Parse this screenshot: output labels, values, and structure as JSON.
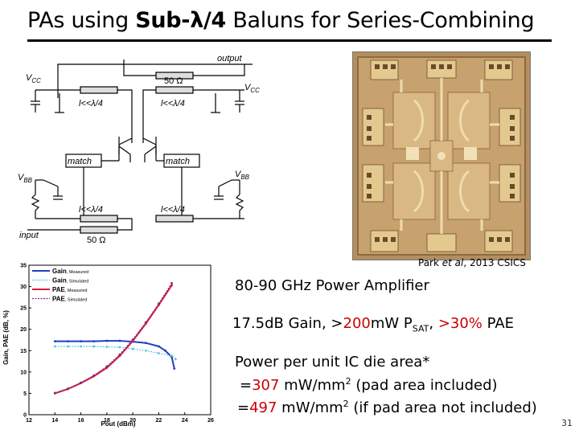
{
  "title": {
    "prefix": "PAs using ",
    "bold": "Sub-λ/4",
    "suffix": " Baluns for Series-Combining"
  },
  "schematic": {
    "output": "output",
    "input": "input",
    "vcc": "V",
    "vcc_sub": "CC",
    "vbb": "V",
    "vbb_sub": "BB",
    "r50": "50 Ω",
    "tl_label": "l<<λ/4",
    "match": "match"
  },
  "chip_caption": {
    "pre": "Park ",
    "italic": "et al",
    "post": ", 2013 CSICS"
  },
  "specs": {
    "line1": "80-90 GHz Power Amplifier",
    "line2_a": "17.5dB Gain, >",
    "line2_red1": "200",
    "line2_b": "mW P",
    "line2_sub": "SAT",
    "line2_c": ", ",
    "line2_red2": ">30%",
    "line2_d": " PAE",
    "line3": "Power per unit IC die area*",
    "line4_a": "=",
    "line4_red": "307",
    "line4_b": " mW/mm",
    "line4_sup": "2",
    "line4_c": " (pad area included)",
    "line5_a": "=",
    "line5_red": "497",
    "line5_b": " mW/mm",
    "line5_sup": "2",
    "line5_c": " (if pad area not included)"
  },
  "page_number": "31",
  "chart_data": {
    "type": "line",
    "xlabel": "Pout (dBm)",
    "ylabel": "Gain, PAE (dB, %)",
    "xlim": [
      12,
      26
    ],
    "ylim": [
      0,
      35
    ],
    "xticks": [
      "12",
      "14",
      "16",
      "18",
      "20",
      "22",
      "24",
      "26"
    ],
    "yticks": [
      "0",
      "5",
      "10",
      "15",
      "20",
      "25",
      "30",
      "35"
    ],
    "legend_position": "top-left",
    "series": [
      {
        "name": "Gain",
        "sub": "Measured",
        "color": "#1f3fbf",
        "dashed": false,
        "x": [
          14,
          15,
          16,
          17,
          18,
          19,
          20,
          21,
          22,
          22.5,
          23,
          23.2
        ],
        "y": [
          17.2,
          17.2,
          17.2,
          17.2,
          17.3,
          17.3,
          17.1,
          16.8,
          16.0,
          15.0,
          13.5,
          10.8
        ]
      },
      {
        "name": "Gain",
        "sub": "Simulated",
        "color": "#55c8dc",
        "dashed": true,
        "x": [
          14,
          15,
          16,
          17,
          18,
          19,
          20,
          21,
          22,
          23,
          23.3
        ],
        "y": [
          16.0,
          16.0,
          16.0,
          16.0,
          15.9,
          15.8,
          15.4,
          15.0,
          14.4,
          13.8,
          13.0
        ]
      },
      {
        "name": "PAE",
        "sub": "Measured",
        "color": "#d81c3a",
        "dashed": false,
        "x": [
          14,
          15,
          16,
          17,
          18,
          19,
          20,
          21,
          22,
          23
        ],
        "y": [
          5.0,
          6.0,
          7.4,
          9.0,
          11.0,
          13.8,
          17.3,
          21.3,
          25.7,
          30.3
        ]
      },
      {
        "name": "PAE",
        "sub": "Simulated",
        "color": "#7a2a8a",
        "dashed": true,
        "x": [
          14,
          15,
          16,
          17,
          18,
          19,
          20,
          21,
          22,
          23
        ],
        "y": [
          5.1,
          6.1,
          7.5,
          9.2,
          11.3,
          14.1,
          17.6,
          21.6,
          26.0,
          30.8
        ]
      }
    ]
  }
}
